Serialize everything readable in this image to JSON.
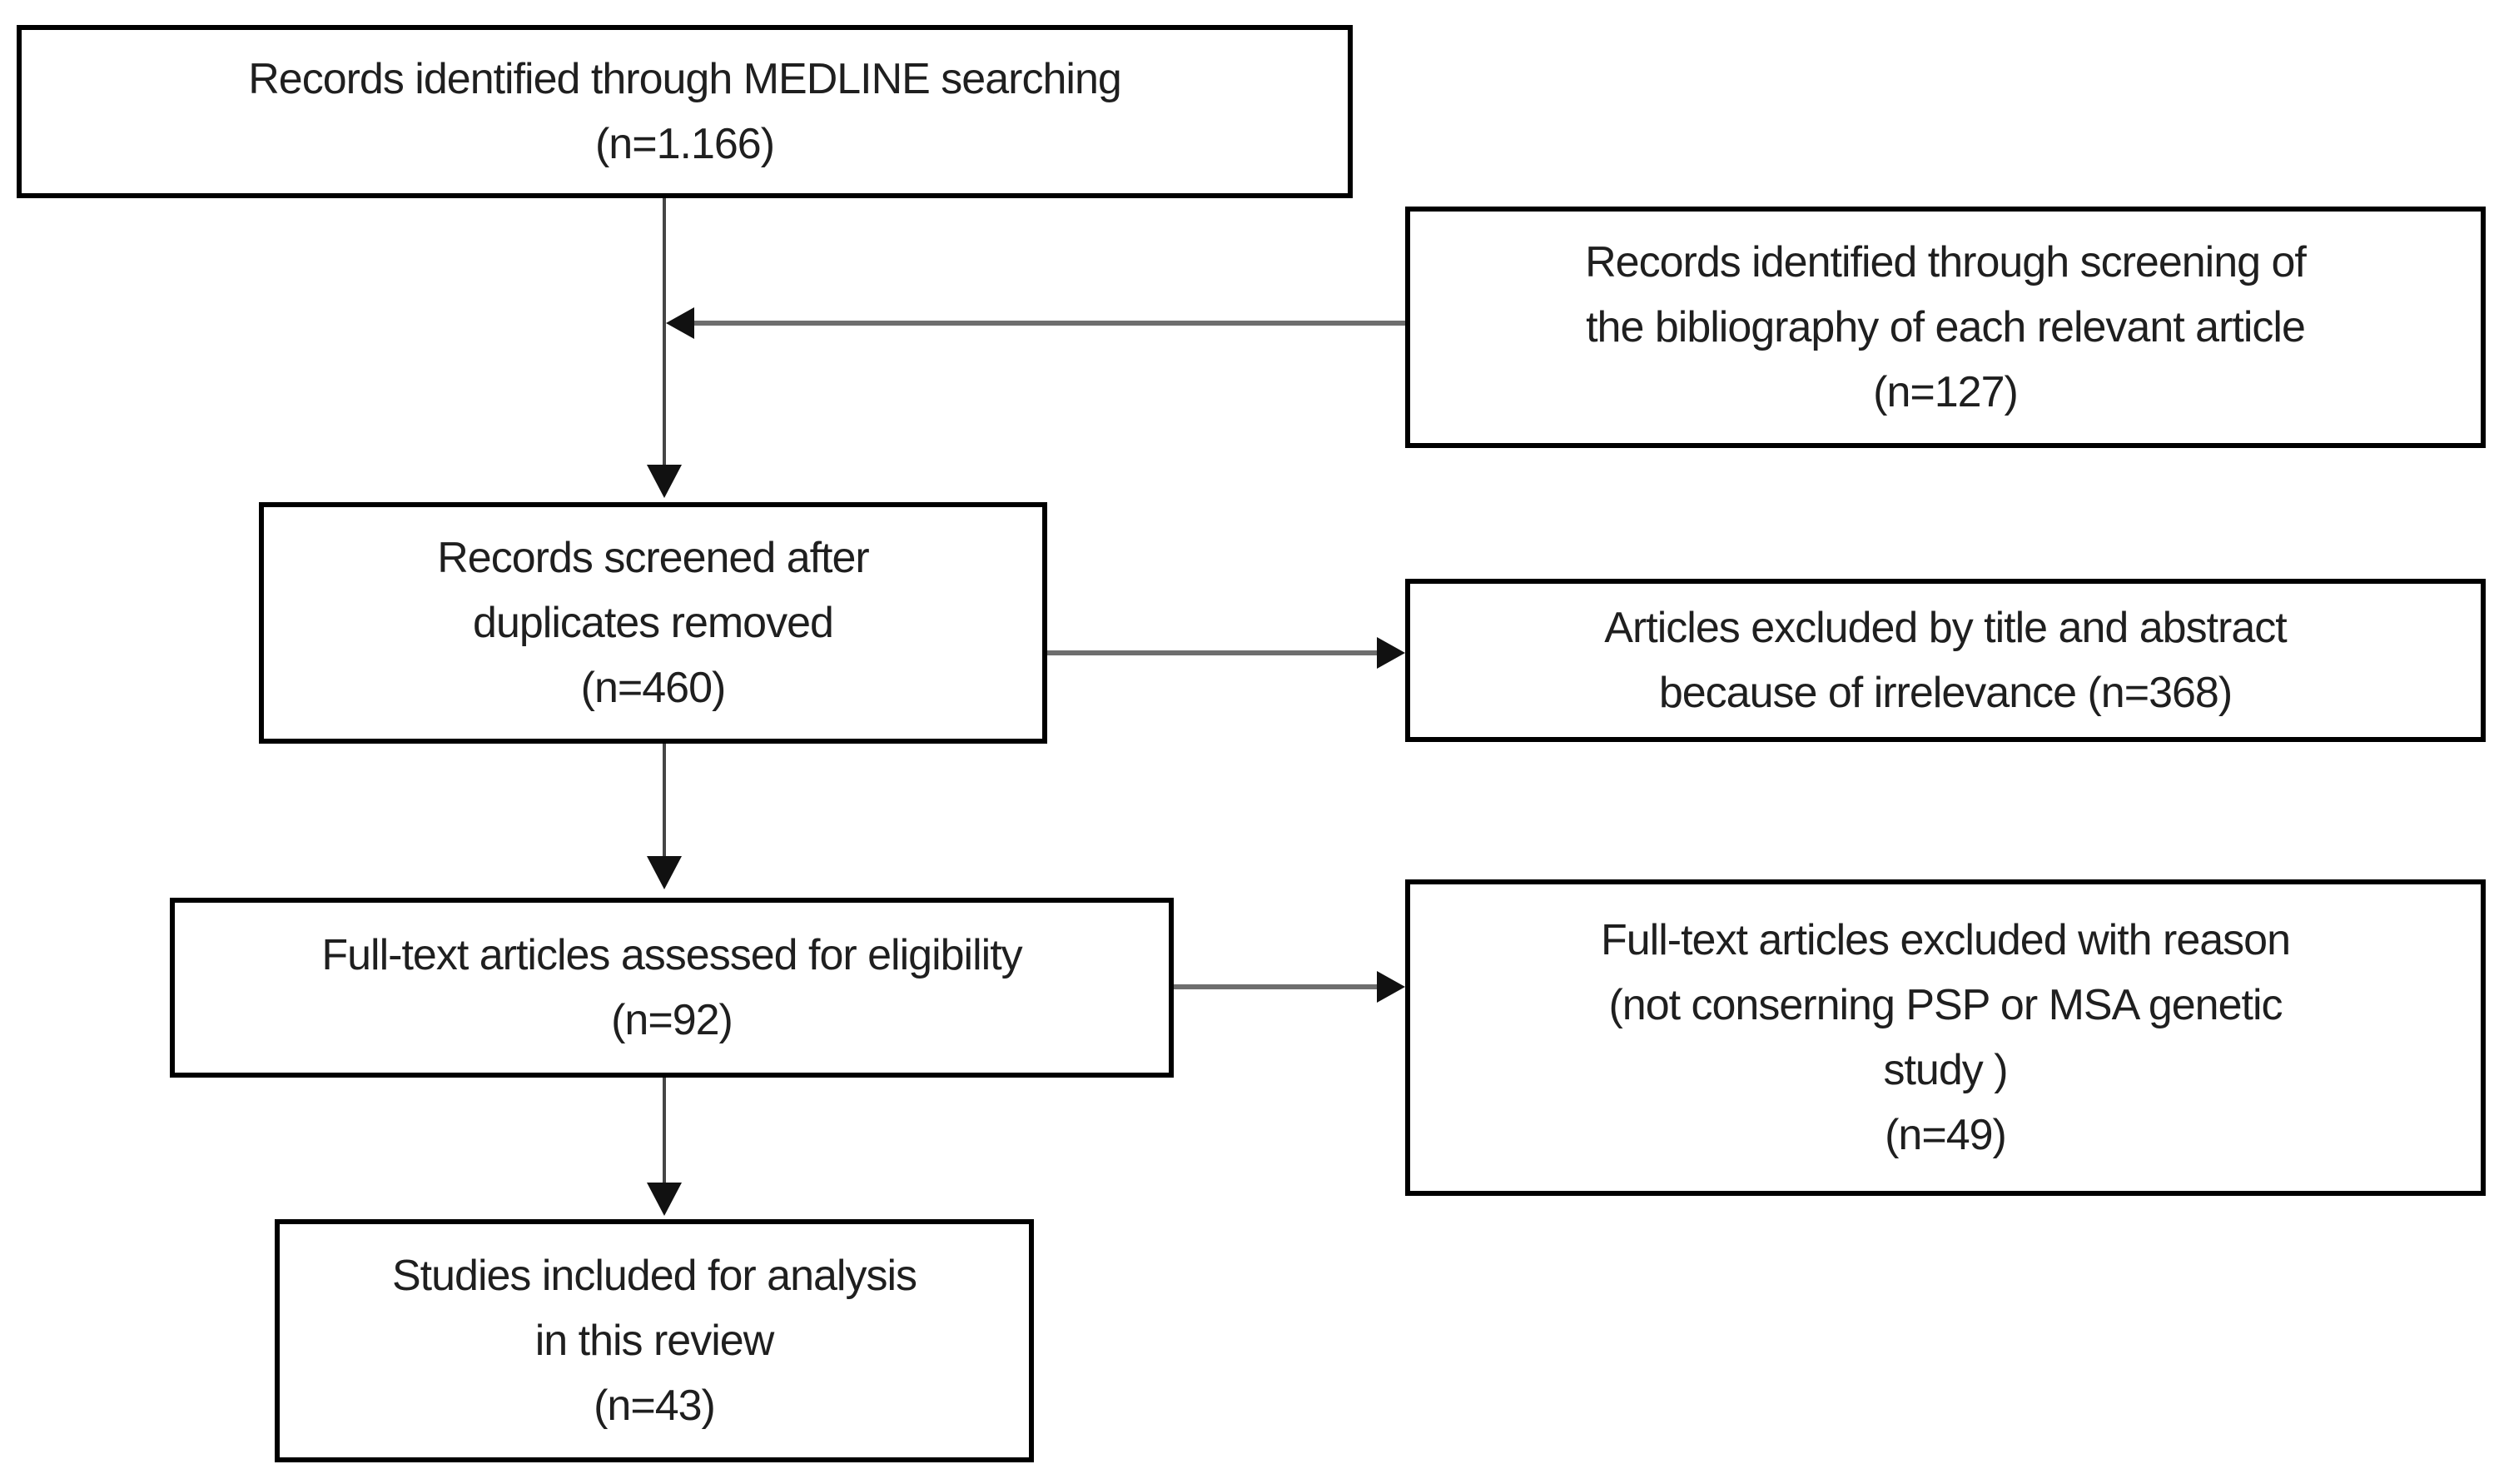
{
  "diagram": {
    "type": "flowchart",
    "background_color": "#ffffff",
    "box_border_color": "#000000",
    "text_color": "#1f1f1f",
    "connector_line_color": "#6e6e6e",
    "arrowhead_color": "#111111",
    "nodes": [
      {
        "id": "medline",
        "text": "Records identified through MEDLINE searching\n(n=1.166)",
        "count": "1.166"
      },
      {
        "id": "bibliography",
        "text": "Records identified through screening of\nthe bibliography of each relevant article\n(n=127)",
        "count": "127"
      },
      {
        "id": "screened",
        "text": "Records screened after\nduplicates removed\n(n=460)",
        "count": "460"
      },
      {
        "id": "excluded-title-abstract",
        "text": "Articles excluded by title and abstract\nbecause of irrelevance (n=368)",
        "count": "368"
      },
      {
        "id": "fulltext-assessed",
        "text": "Full-text articles assessed for eligibility\n(n=92)",
        "count": "92"
      },
      {
        "id": "fulltext-excluded",
        "text": "Full-text articles excluded with reason\n(not conserning  PSP or MSA genetic\nstudy )\n(n=49)",
        "count": "49"
      },
      {
        "id": "included",
        "text": "Studies included for analysis\nin this review\n(n=43)",
        "count": "43"
      }
    ]
  }
}
